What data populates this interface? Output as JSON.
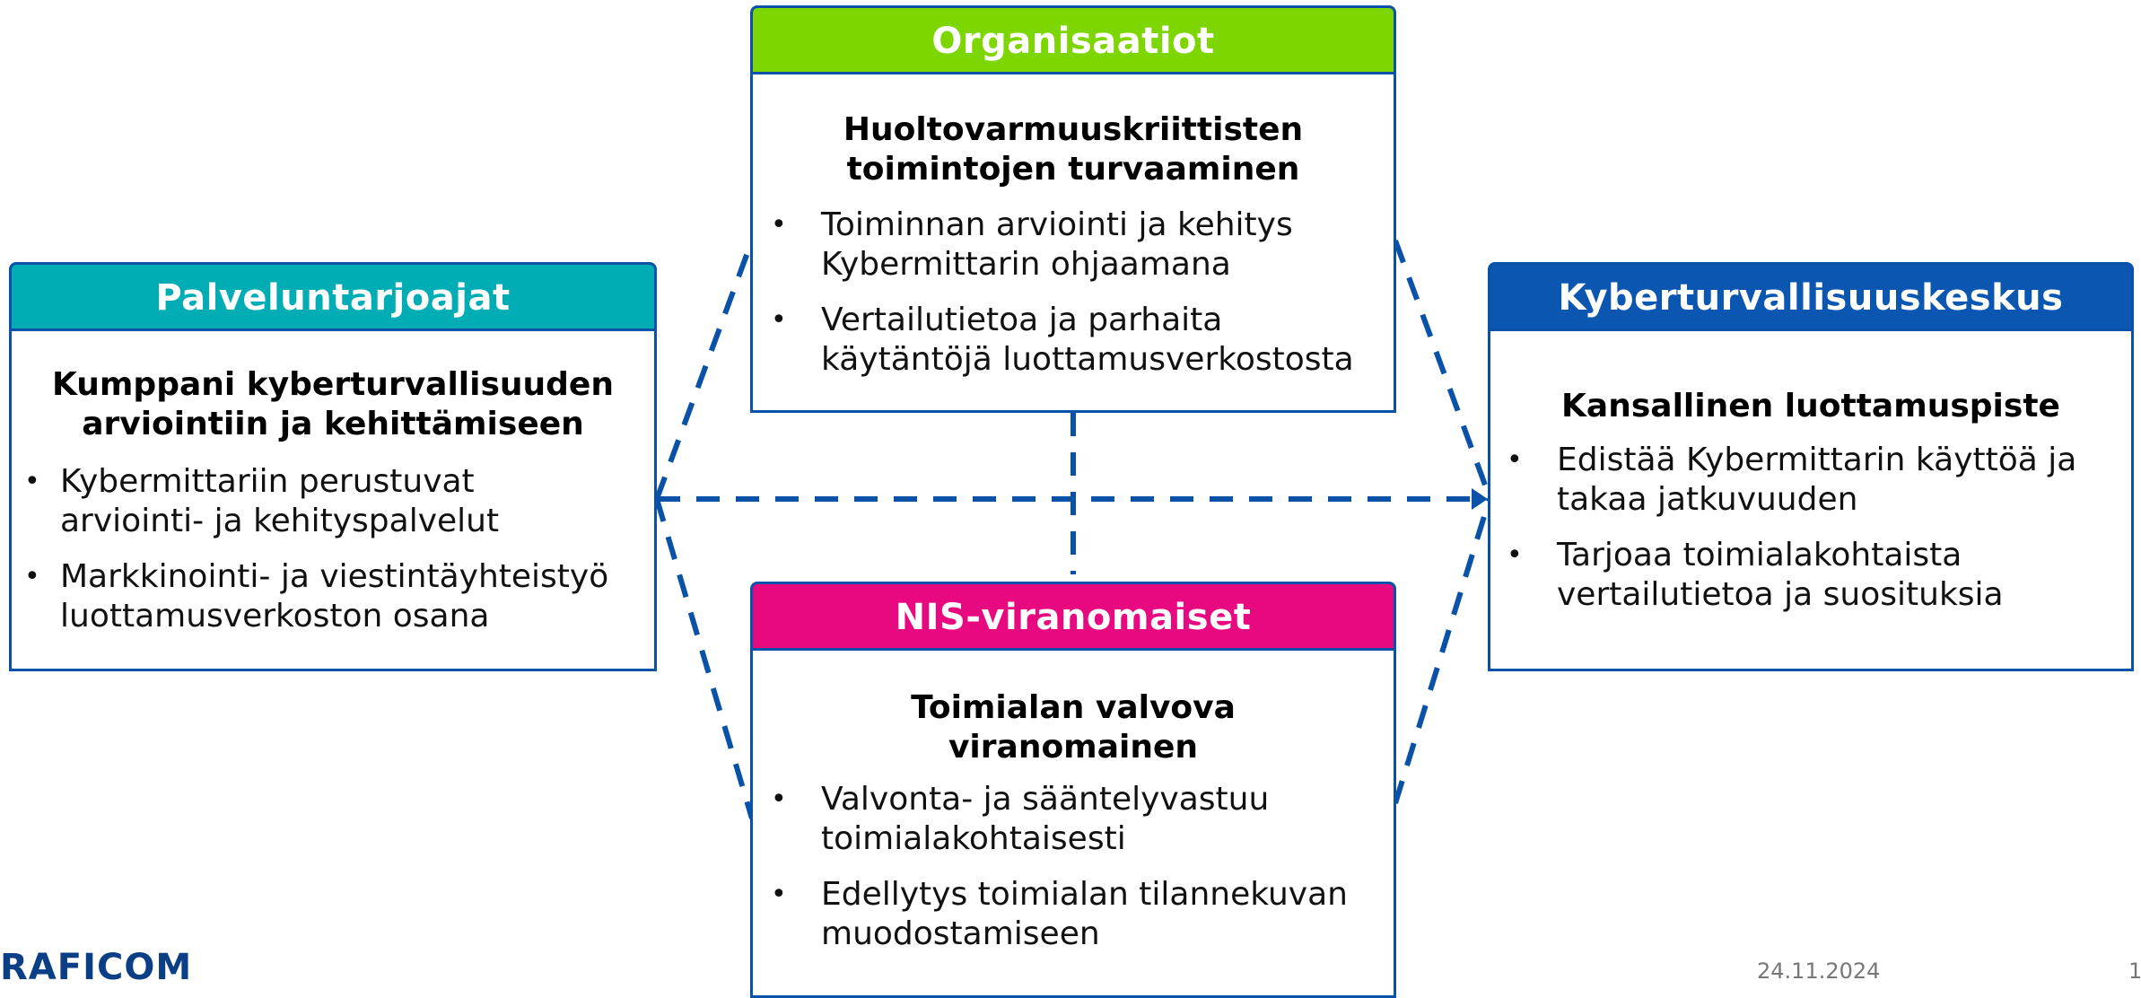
{
  "colors": {
    "border": "#0a52a8",
    "organisaatiot": "#7ed600",
    "palveluntarjoajat": "#00adb5",
    "kyber": "#0a56b0",
    "nis": "#e8087f",
    "connector": "#0a52a8"
  },
  "boxes": {
    "organisaatiot": {
      "title": "Organisaatiot",
      "subtitle_line1": "Huoltovarmuuskriittisten",
      "subtitle_line2": "toimintojen turvaaminen",
      "bullets": [
        {
          "line1": "Toiminnan arviointi ja kehitys",
          "line2": "Kybermittarin ohjaamana"
        },
        {
          "line1": "Vertailutietoa ja parhaita",
          "line2": "käytäntöjä luottamusverkostosta"
        }
      ]
    },
    "palveluntarjoajat": {
      "title": "Palveluntarjoajat",
      "subtitle_line1": "Kumppani kyberturvallisuuden",
      "subtitle_line2": "arviointiin ja kehittämiseen",
      "bullets": [
        {
          "line1": "Kybermittariin perustuvat",
          "line2": "arviointi- ja kehityspalvelut"
        },
        {
          "line1": "Markkinointi- ja viestintäyhteistyö",
          "line2": "luottamusverkoston osana"
        }
      ]
    },
    "kyber": {
      "title": "Kyberturvallisuuskeskus",
      "subtitle_line1": "Kansallinen luottamuspiste",
      "bullets": [
        {
          "line1": "Edistää Kybermittarin käyttöä ja",
          "line2": "takaa jatkuvuuden"
        },
        {
          "line1": "Tarjoaa toimialakohtaista",
          "line2": "vertailutietoa ja suosituksia"
        }
      ]
    },
    "nis": {
      "title": "NIS-viranomaiset",
      "subtitle_line1": "Toimialan valvova",
      "subtitle_line2": "viranomainen",
      "bullets": [
        {
          "line1": "Valvonta- ja sääntelyvastuu",
          "line2": "toimialakohtaisesti"
        },
        {
          "line1": "Edellytys toimialan tilannekuvan",
          "line2": "muodostamiseen"
        }
      ]
    }
  },
  "bullet_char": "•",
  "footer": {
    "logo": "RAFICOM",
    "date": "24.11.2024",
    "page": "1"
  }
}
